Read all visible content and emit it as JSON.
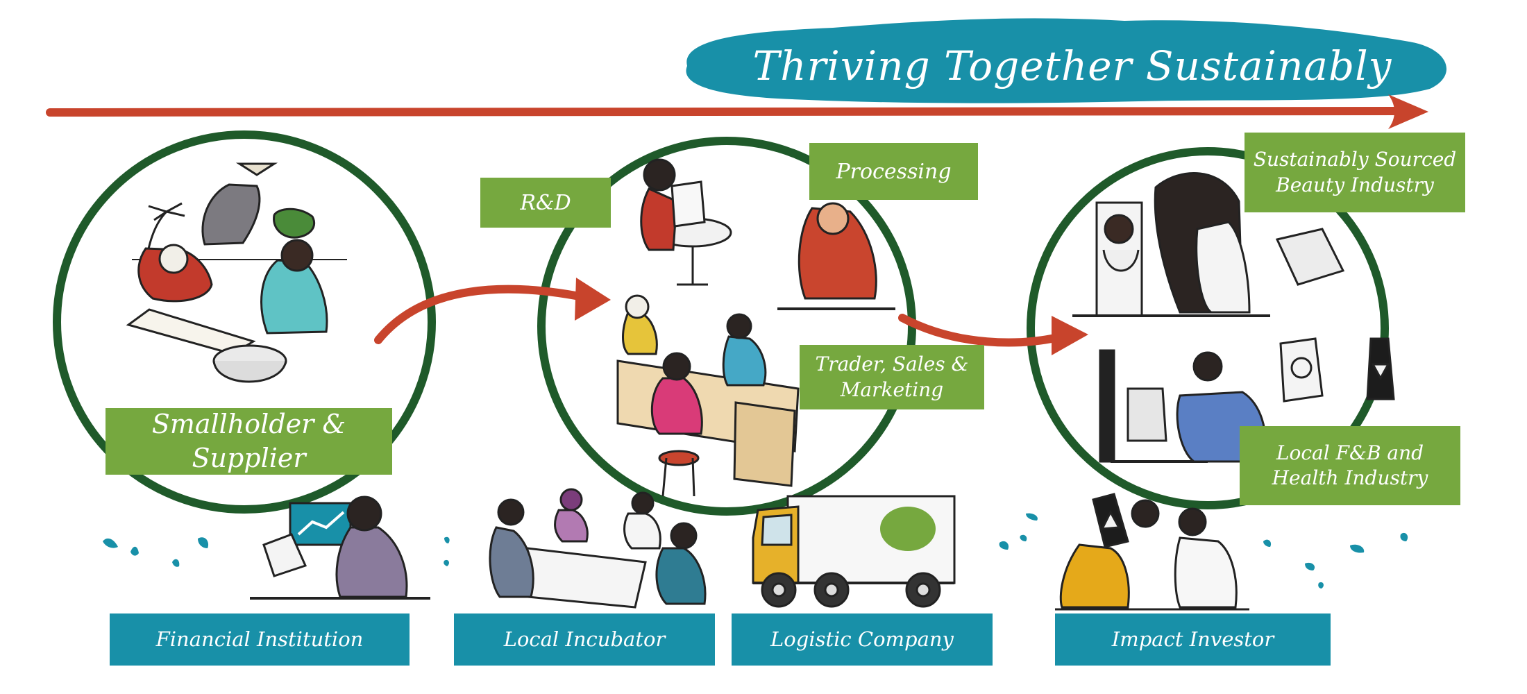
{
  "banner": {
    "title": "Thriving Together Sustainably"
  },
  "stages": [
    {
      "id": "supplier",
      "label": "Smallholder & Supplier"
    },
    {
      "id": "rd",
      "label": "R&D"
    },
    {
      "id": "processing",
      "label": "Processing"
    },
    {
      "id": "trader",
      "label_line1": "Trader, Sales &",
      "label_line2": "Marketing"
    },
    {
      "id": "beauty",
      "label_line1": "Sustainably Sourced",
      "label_line2": "Beauty Industry"
    },
    {
      "id": "fnb",
      "label_line1": "Local F&B and",
      "label_line2": "Health Industry"
    }
  ],
  "partners": [
    {
      "id": "financial",
      "label": "Financial Institution"
    },
    {
      "id": "incubator",
      "label": "Local Incubator"
    },
    {
      "id": "logistic",
      "label": "Logistic Company"
    },
    {
      "id": "investor",
      "label": "Impact Investor"
    }
  ],
  "colors": {
    "brand_green": "#76a83f",
    "brand_teal": "#1890a8",
    "circle_green": "#1f5a2a",
    "arrow_red": "#c8442c"
  }
}
